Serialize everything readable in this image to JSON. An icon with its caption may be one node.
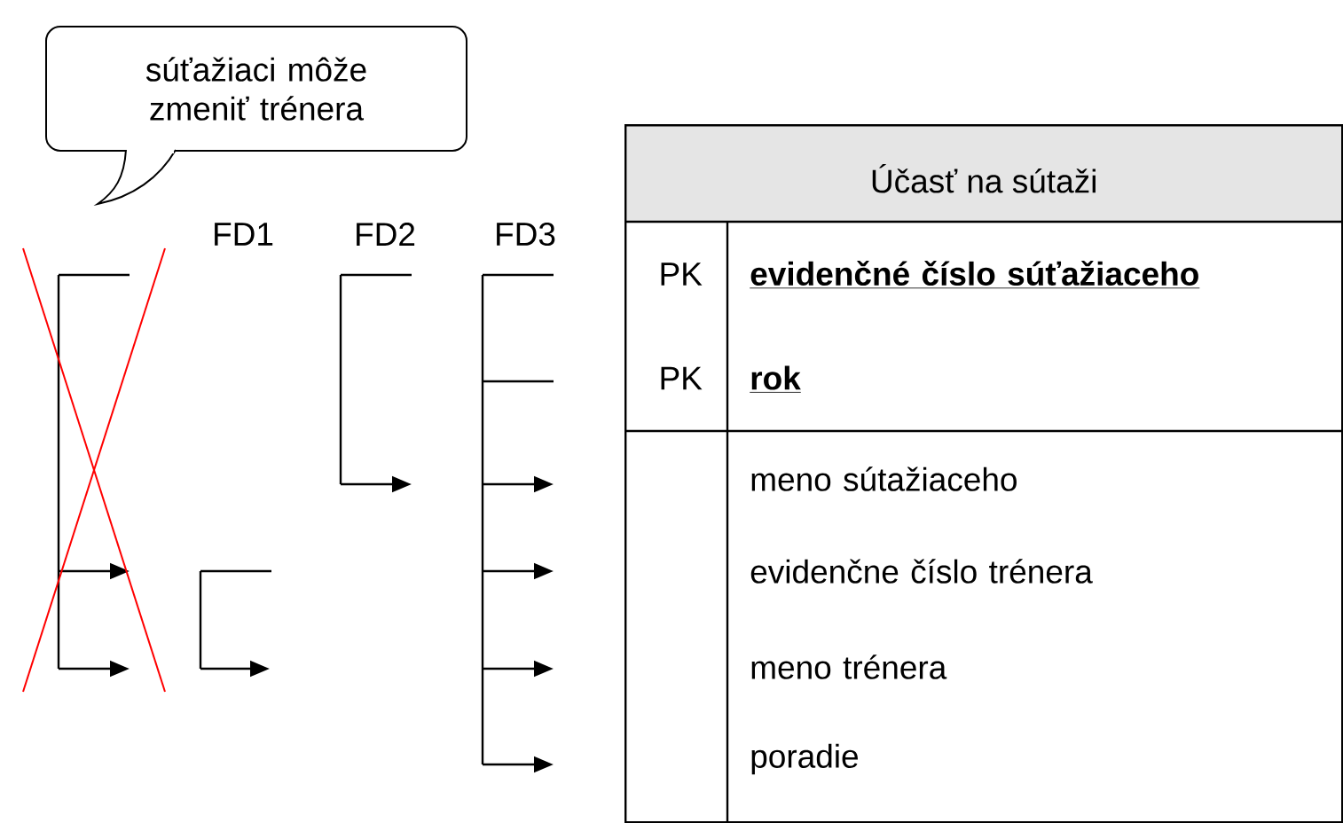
{
  "diagram": {
    "nodes": [
      {
        "text": [
          "súťažiaci môže zmeniť trénera"
        ]
      },
      {
        "text": [
          "Účasť na sútaži"
        ]
      },
      {
        "text": [
          "PK",
          "evidenčné číslo súťažiaceho"
        ],
        "in": 1
      },
      {
        "text": [
          "PK",
          "rok"
        ],
        "in": 1
      },
      {
        "text": [
          "meno sútažiaceho"
        ],
        "in": 1
      },
      {
        "text": [
          "evidenčne číslo trénera"
        ],
        "in": 1
      },
      {
        "text": [
          "meno trénera"
        ],
        "in": 1
      },
      {
        "text": [
          "poradie"
        ],
        "in": 1
      }
    ],
    "labels": [
      "FD1",
      "FD2",
      "FD3"
    ]
  }
}
